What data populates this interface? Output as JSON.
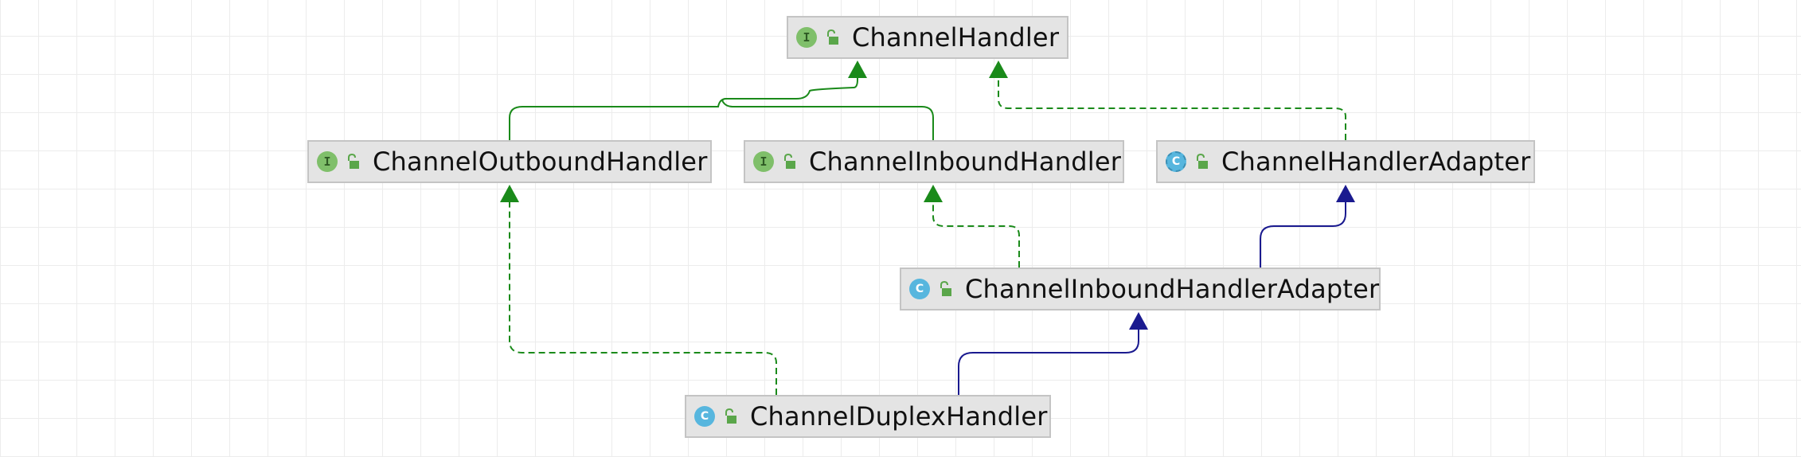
{
  "diagram": {
    "nodes": [
      {
        "id": "channel-handler",
        "label": "ChannelHandler",
        "kind": "interface",
        "kind_letter": "I",
        "access_icon": "unlocked-icon"
      },
      {
        "id": "channel-outbound-handler",
        "label": "ChannelOutboundHandler",
        "kind": "interface",
        "kind_letter": "I",
        "access_icon": "unlocked-icon"
      },
      {
        "id": "channel-inbound-handler",
        "label": "ChannelInboundHandler",
        "kind": "interface",
        "kind_letter": "I",
        "access_icon": "unlocked-icon"
      },
      {
        "id": "channel-handler-adapter",
        "label": "ChannelHandlerAdapter",
        "kind": "abstract-class",
        "kind_letter": "C",
        "access_icon": "unlocked-icon"
      },
      {
        "id": "channel-inbound-handler-adapter",
        "label": "ChannelInboundHandlerAdapter",
        "kind": "class",
        "kind_letter": "C",
        "access_icon": "unlocked-icon"
      },
      {
        "id": "channel-duplex-handler",
        "label": "ChannelDuplexHandler",
        "kind": "class",
        "kind_letter": "C",
        "access_icon": "unlocked-icon"
      }
    ],
    "edges": [
      {
        "from": "channel-outbound-handler",
        "to": "channel-handler",
        "relation": "extends"
      },
      {
        "from": "channel-inbound-handler",
        "to": "channel-handler",
        "relation": "extends"
      },
      {
        "from": "channel-handler-adapter",
        "to": "channel-handler",
        "relation": "implements"
      },
      {
        "from": "channel-inbound-handler-adapter",
        "to": "channel-inbound-handler",
        "relation": "implements"
      },
      {
        "from": "channel-inbound-handler-adapter",
        "to": "channel-handler-adapter",
        "relation": "extends"
      },
      {
        "from": "channel-duplex-handler",
        "to": "channel-outbound-handler",
        "relation": "implements"
      },
      {
        "from": "channel-duplex-handler",
        "to": "channel-inbound-handler-adapter",
        "relation": "extends"
      }
    ],
    "colors": {
      "interface_inheritance": "#1a8a1a",
      "class_inheritance": "#1a1a8f",
      "node_fill": "#e4e4e4",
      "node_border": "#c4c4c4",
      "interface_badge": "#7fbf6a",
      "class_badge": "#57b6de",
      "grid": "#ececec"
    }
  }
}
